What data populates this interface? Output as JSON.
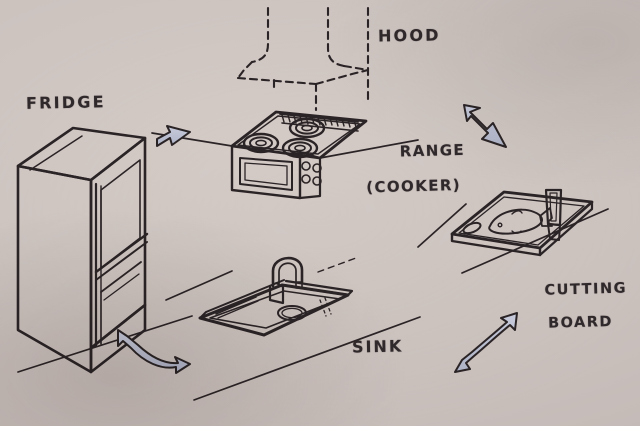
{
  "document": {
    "kind": "hand-drawn-sketch",
    "title": "Kitchen work triangle sketch",
    "medium": "pencil on paper",
    "paper_color": "#cbc2be",
    "ink_color": "#2b2426",
    "arrow_fill": "#b9bdd0",
    "arrow_stroke": "#2b2426"
  },
  "labels": {
    "fridge": "FRIDGE",
    "hood": "HOOD",
    "range_line1": "RANGE",
    "range_line2": "(COOKER)",
    "sink": "SINK",
    "cutting_board_line1": "CUTTING",
    "cutting_board_line2": "BOARD"
  },
  "items": [
    {
      "name": "fridge",
      "label": "FRIDGE",
      "style": "solid",
      "description": "Tall 3D refrigerator box in isometric view with upper door and lower freezer drawer"
    },
    {
      "name": "hood",
      "label": "HOOD",
      "style": "dashed",
      "description": "Extractor hood duct and canopy drawn with dashed lines above the range"
    },
    {
      "name": "range",
      "label": "RANGE (COOKER)",
      "style": "solid",
      "description": "Cooktop with three coil burners, hatched back edge, oven window and control knobs"
    },
    {
      "name": "sink",
      "label": "SINK",
      "style": "solid",
      "description": "Rectangular sink basin on countertop with gooseneck faucet and drain"
    },
    {
      "name": "cutting-board",
      "label": "CUTTING BOARD",
      "style": "solid",
      "description": "Cutting board with a fish, a knife and a handle hole, set on the countertop"
    }
  ],
  "arrows": [
    {
      "name": "arrow-fridge-range",
      "direction": "double",
      "connects": [
        "FRIDGE",
        "RANGE (COOKER)"
      ]
    },
    {
      "name": "arrow-range-cutting-board",
      "direction": "double",
      "connects": [
        "RANGE (COOKER)",
        "CUTTING BOARD"
      ]
    },
    {
      "name": "arrow-fridge-sink",
      "direction": "double",
      "connects": [
        "FRIDGE",
        "SINK"
      ]
    },
    {
      "name": "arrow-sink-cutting-board",
      "direction": "double",
      "connects": [
        "SINK",
        "CUTTING BOARD"
      ]
    }
  ]
}
